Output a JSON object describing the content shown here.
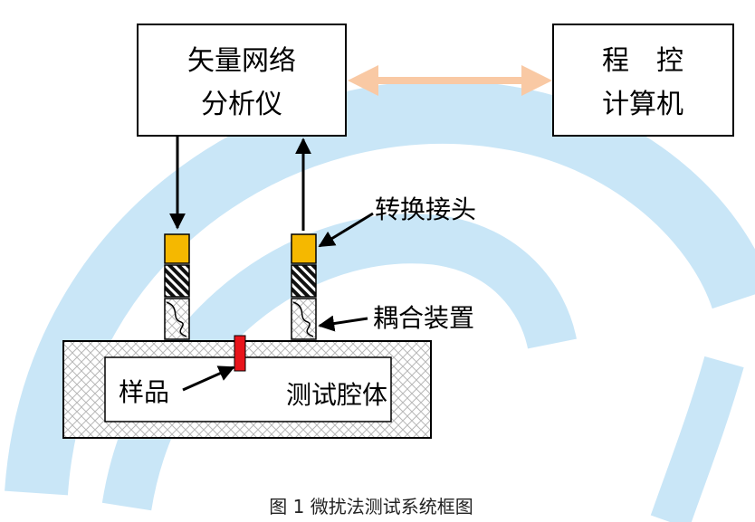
{
  "blocks": {
    "vna_line1": "矢量网络",
    "vna_line2": "分析仪",
    "pc_line1": "程　控",
    "pc_line2": "计算机"
  },
  "labels": {
    "adapter": "转换接头",
    "coupler": "耦合装置",
    "sample": "样品",
    "cavity": "测试腔体"
  },
  "caption": "图 1  微扰法测试系统框图",
  "colors": {
    "adapter": "#F5B800",
    "sample": "#E8141B",
    "link_arrow": "#F9C9A4",
    "watermark": "#C9E6F7"
  }
}
